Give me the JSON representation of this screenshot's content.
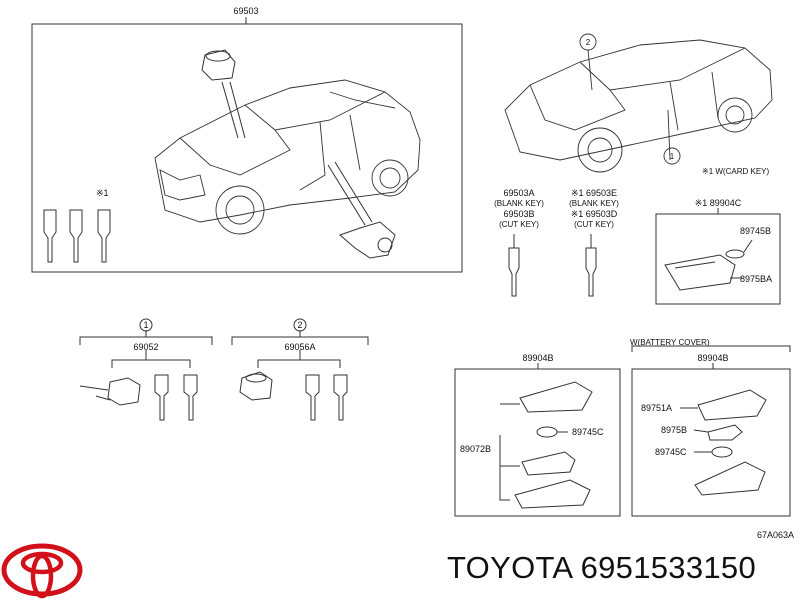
{
  "parts": {
    "assembly_main": "69503",
    "note_ref1": "※1",
    "blank_key_a": "69503A",
    "blank_key_caption": "(BLANK KEY)",
    "cut_key_b": "69503B",
    "cut_key_caption": "(CUT KEY)",
    "blank_key_e": "※1 69503E",
    "blank_key_caption_2": "(BLANK KEY)",
    "cut_key_d": "※1 69503D",
    "cut_key_caption_2": "(CUT KEY)",
    "card_key_note": "※1 W(CARD KEY)",
    "card_key_assy": "※1 89904C",
    "card_battery": "89745B",
    "card_key_part": "8975BA",
    "group1_circle": "1",
    "group1_part": "69052",
    "group2_circle": "2",
    "group2_part": "69056A",
    "fob_assy_left": "89904B",
    "fob_case_left": "89072B",
    "fob_battery_left": "89745C",
    "battery_cover_note": "W(BATTERY COVER)",
    "fob_assy_right": "89904B",
    "fob_cover_right": "89751A",
    "fob_plate_right": "8975B",
    "fob_battery_right": "89745C",
    "callout_2": "2",
    "callout_1": "1",
    "diagram_code": "67A063A"
  },
  "brand": {
    "text": "TOYOTA 6951533150",
    "logo_color": "#d2101a"
  }
}
